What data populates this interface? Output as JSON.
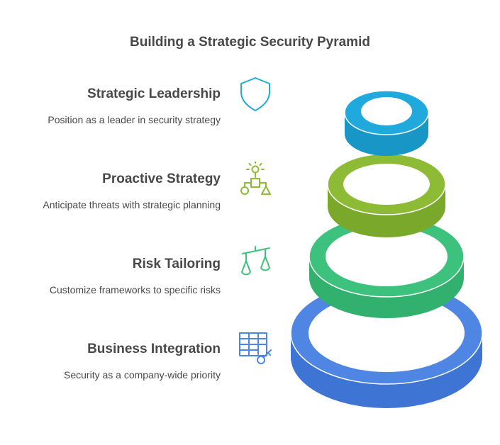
{
  "title": "Building a Strategic Security Pyramid",
  "levels": [
    {
      "heading": "Strategic Leadership",
      "description": "Position as a leader in security strategy",
      "icon": "shield-icon",
      "color": "#1FA9DC"
    },
    {
      "heading": "Proactive Strategy",
      "description": "Anticipate threats with strategic planning",
      "icon": "idea-flowchart-icon",
      "color": "#8DBB36"
    },
    {
      "heading": "Risk Tailoring",
      "description": "Customize frameworks to specific risks",
      "icon": "balance-scale-icon",
      "color": "#3DC27E"
    },
    {
      "heading": "Business Integration",
      "description": "Security as a company-wide priority",
      "icon": "grid-key-icon",
      "color": "#4F86E4"
    }
  ]
}
